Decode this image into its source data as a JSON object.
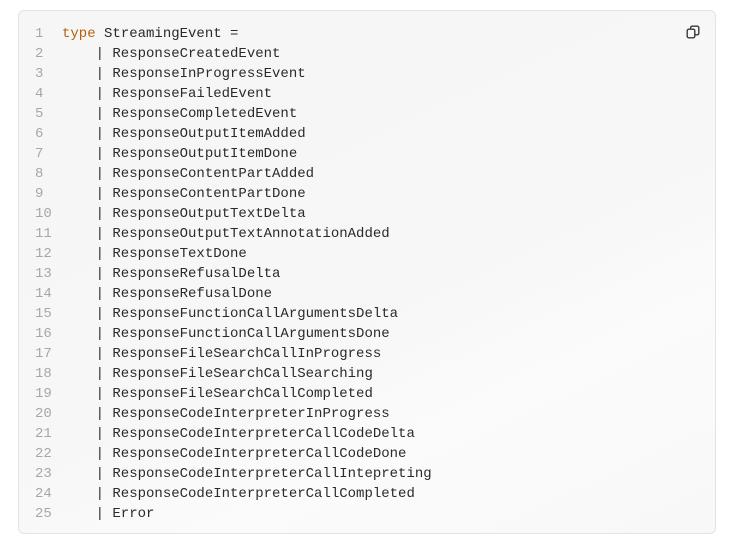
{
  "code_block": {
    "language": "typescript",
    "copy_icon": "copy-icon",
    "colors": {
      "keyword": "#b4610f",
      "text": "#2a2a2a",
      "line_number": "#a7a7a7",
      "background": "#f7f7f7",
      "border": "#e3e3e3"
    },
    "lines": [
      {
        "number": "1",
        "keyword": "type",
        "text": " StreamingEvent ="
      },
      {
        "number": "2",
        "keyword": "",
        "text": "    | ResponseCreatedEvent"
      },
      {
        "number": "3",
        "keyword": "",
        "text": "    | ResponseInProgressEvent"
      },
      {
        "number": "4",
        "keyword": "",
        "text": "    | ResponseFailedEvent"
      },
      {
        "number": "5",
        "keyword": "",
        "text": "    | ResponseCompletedEvent"
      },
      {
        "number": "6",
        "keyword": "",
        "text": "    | ResponseOutputItemAdded"
      },
      {
        "number": "7",
        "keyword": "",
        "text": "    | ResponseOutputItemDone"
      },
      {
        "number": "8",
        "keyword": "",
        "text": "    | ResponseContentPartAdded"
      },
      {
        "number": "9",
        "keyword": "",
        "text": "    | ResponseContentPartDone"
      },
      {
        "number": "10",
        "keyword": "",
        "text": "    | ResponseOutputTextDelta"
      },
      {
        "number": "11",
        "keyword": "",
        "text": "    | ResponseOutputTextAnnotationAdded"
      },
      {
        "number": "12",
        "keyword": "",
        "text": "    | ResponseTextDone"
      },
      {
        "number": "13",
        "keyword": "",
        "text": "    | ResponseRefusalDelta"
      },
      {
        "number": "14",
        "keyword": "",
        "text": "    | ResponseRefusalDone"
      },
      {
        "number": "15",
        "keyword": "",
        "text": "    | ResponseFunctionCallArgumentsDelta"
      },
      {
        "number": "16",
        "keyword": "",
        "text": "    | ResponseFunctionCallArgumentsDone"
      },
      {
        "number": "17",
        "keyword": "",
        "text": "    | ResponseFileSearchCallInProgress"
      },
      {
        "number": "18",
        "keyword": "",
        "text": "    | ResponseFileSearchCallSearching"
      },
      {
        "number": "19",
        "keyword": "",
        "text": "    | ResponseFileSearchCallCompleted"
      },
      {
        "number": "20",
        "keyword": "",
        "text": "    | ResponseCodeInterpreterInProgress"
      },
      {
        "number": "21",
        "keyword": "",
        "text": "    | ResponseCodeInterpreterCallCodeDelta"
      },
      {
        "number": "22",
        "keyword": "",
        "text": "    | ResponseCodeInterpreterCallCodeDone"
      },
      {
        "number": "23",
        "keyword": "",
        "text": "    | ResponseCodeInterpreterCallIntepreting"
      },
      {
        "number": "24",
        "keyword": "",
        "text": "    | ResponseCodeInterpreterCallCompleted"
      },
      {
        "number": "25",
        "keyword": "",
        "text": "    | Error"
      }
    ]
  }
}
